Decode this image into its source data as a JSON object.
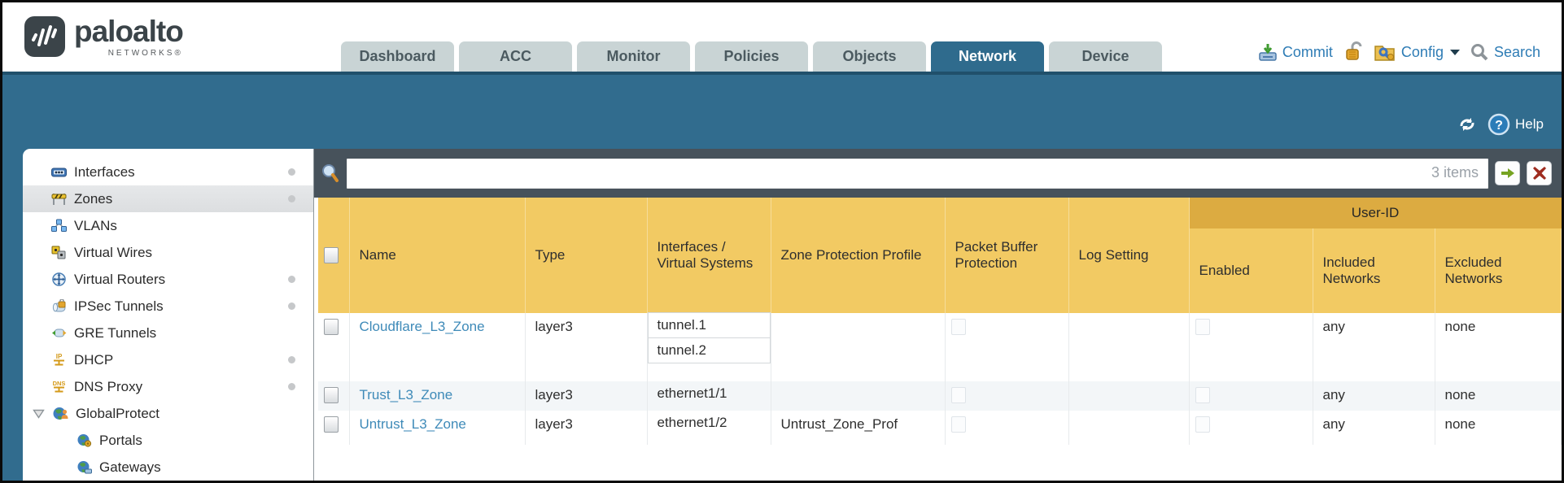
{
  "brand": {
    "name": "paloalto",
    "subname": "NETWORKS®"
  },
  "tabs": [
    {
      "label": "Dashboard"
    },
    {
      "label": "ACC"
    },
    {
      "label": "Monitor"
    },
    {
      "label": "Policies"
    },
    {
      "label": "Objects"
    },
    {
      "label": "Network"
    },
    {
      "label": "Device"
    }
  ],
  "utilities": {
    "commit": "Commit",
    "config": "Config",
    "search": "Search"
  },
  "band": {
    "help": "Help"
  },
  "sidebar": {
    "items": [
      {
        "label": "Interfaces"
      },
      {
        "label": "Zones"
      },
      {
        "label": "VLANs"
      },
      {
        "label": "Virtual Wires"
      },
      {
        "label": "Virtual Routers"
      },
      {
        "label": "IPSec Tunnels"
      },
      {
        "label": "GRE Tunnels"
      },
      {
        "label": "DHCP"
      },
      {
        "label": "DNS Proxy"
      },
      {
        "label": "GlobalProtect"
      },
      {
        "label": "Portals"
      },
      {
        "label": "Gateways"
      }
    ]
  },
  "filter_bar": {
    "value": "",
    "count": "3 items"
  },
  "table": {
    "columns": {
      "name": "Name",
      "type": "Type",
      "interfaces": "Interfaces / Virtual Systems",
      "zone_protection": "Zone Protection Profile",
      "packet_buffer": "Packet Buffer Protection",
      "log_setting": "Log Setting",
      "user_id_group": "User-ID",
      "enabled": "Enabled",
      "included": "Included Networks",
      "excluded": "Excluded Networks"
    },
    "rows": [
      {
        "name": "Cloudflare_L3_Zone",
        "type": "layer3",
        "interfaces": [
          "tunnel.1",
          "tunnel.2"
        ],
        "zone_protection": "",
        "log_setting": "",
        "included": "any",
        "excluded": "none"
      },
      {
        "name": "Trust_L3_Zone",
        "type": "layer3",
        "interfaces": [
          "ethernet1/1"
        ],
        "zone_protection": "",
        "log_setting": "",
        "included": "any",
        "excluded": "none"
      },
      {
        "name": "Untrust_L3_Zone",
        "type": "layer3",
        "interfaces": [
          "ethernet1/2"
        ],
        "zone_protection": "Untrust_Zone_Prof",
        "log_setting": "",
        "included": "any",
        "excluded": "none"
      }
    ]
  }
}
